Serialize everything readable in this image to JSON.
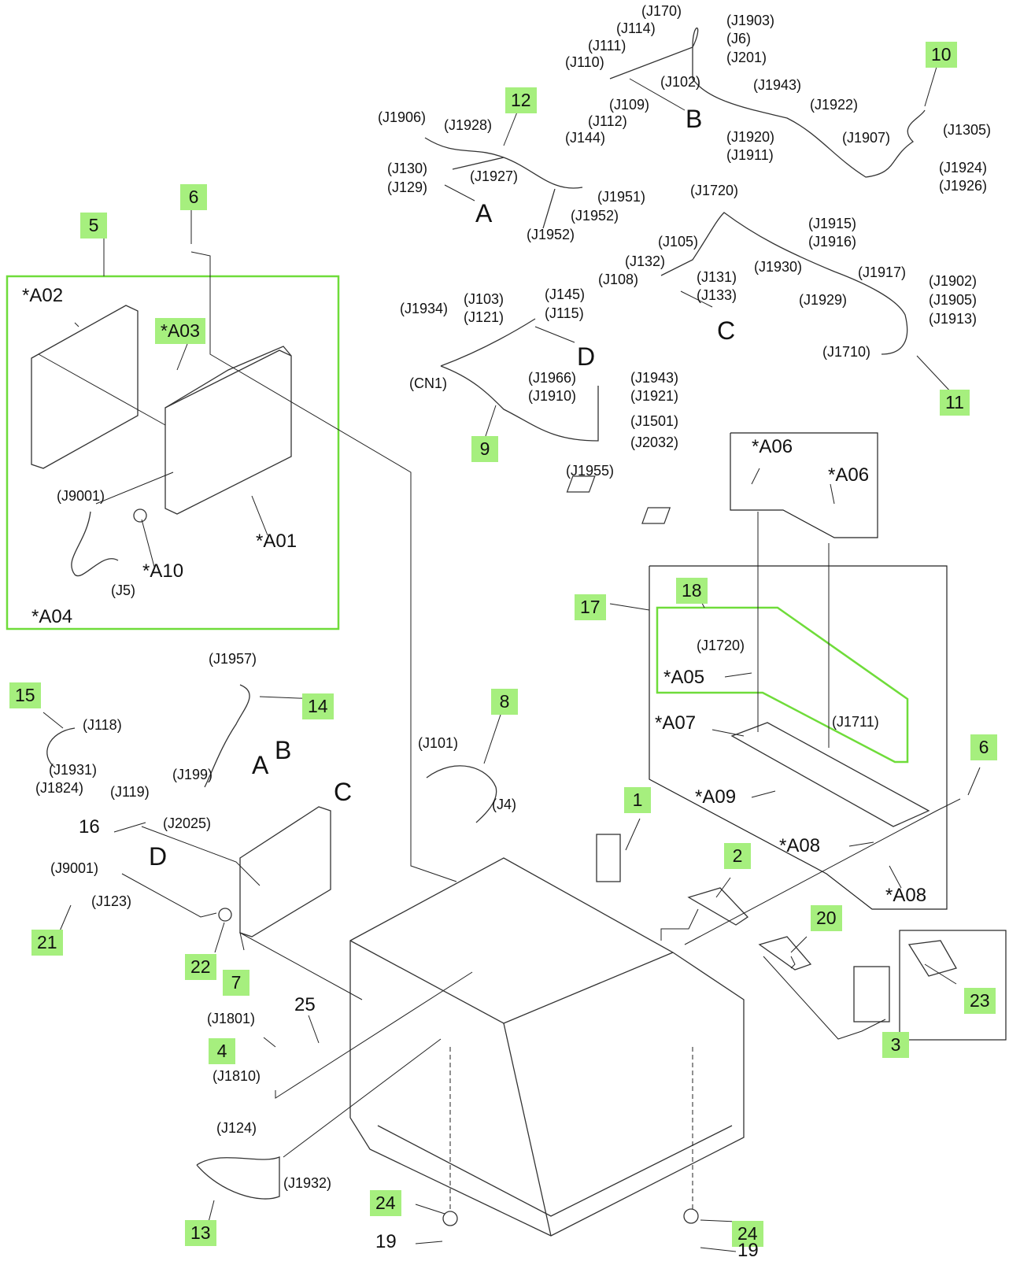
{
  "callouts": {
    "c1": "1",
    "c2": "2",
    "c3": "3",
    "c4": "4",
    "c5": "5",
    "c6a": "6",
    "c6b": "6",
    "c7": "7",
    "c8": "8",
    "c9": "9",
    "c10": "10",
    "c11": "11",
    "c12": "12",
    "c13": "13",
    "c14": "14",
    "c15": "15",
    "c17": "17",
    "c18": "18",
    "c20": "20",
    "c21": "21",
    "c22": "22",
    "c23": "23",
    "c24a": "24",
    "c24b": "24",
    "a03": "*A03"
  },
  "plain_numbers": {
    "n16": "16",
    "n19a": "19",
    "n19b": "19",
    "n25": "25"
  },
  "letters": {
    "A_top": "A",
    "B_top": "B",
    "C_top": "C",
    "D_top": "D",
    "A_board": "A",
    "B_board": "B",
    "C_board": "C",
    "D_board": "D"
  },
  "parts": {
    "a01": "*A01",
    "a02": "*A02",
    "a04": "*A04",
    "a05": "*A05",
    "a06a": "*A06",
    "a06b": "*A06",
    "a07": "*A07",
    "a08a": "*A08",
    "a08b": "*A08",
    "a09": "*A09",
    "a10": "*A10"
  },
  "connectors": {
    "j170": "(J170)",
    "j114": "(J114)",
    "j111": "(J111)",
    "j110": "(J110)",
    "j1903": "(J1903)",
    "j6": "(J6)",
    "j201": "(J201)",
    "j102": "(J102)",
    "j109": "(J109)",
    "j112": "(J112)",
    "j144": "(J144)",
    "j1943a": "(J1943)",
    "j1922": "(J1922)",
    "j1920": "(J1920)",
    "j1911": "(J1911)",
    "j1907": "(J1907)",
    "j1305": "(J1305)",
    "j1924": "(J1924)",
    "j1926": "(J1926)",
    "j1906": "(J1906)",
    "j1928": "(J1928)",
    "j130": "(J130)",
    "j129": "(J129)",
    "j1927": "(J1927)",
    "j1951": "(J1951)",
    "j1952a": "(J1952)",
    "j1952b": "(J1952)",
    "j1720a": "(J1720)",
    "j1915": "(J1915)",
    "j1916": "(J1916)",
    "j105": "(J105)",
    "j132": "(J132)",
    "j108": "(J108)",
    "j131": "(J131)",
    "j133": "(J133)",
    "j1930": "(J1930)",
    "j1917": "(J1917)",
    "j1929": "(J1929)",
    "j1902": "(J1902)",
    "j1905": "(J1905)",
    "j1913": "(J1913)",
    "j1710": "(J1710)",
    "j1934": "(J1934)",
    "j103": "(J103)",
    "j121": "(J121)",
    "j145": "(J145)",
    "j115": "(J115)",
    "cn1": "(CN1)",
    "j1966": "(J1966)",
    "j1910": "(J1910)",
    "j1943b": "(J1943)",
    "j1921": "(J1921)",
    "j1501": "(J1501)",
    "j2032": "(J2032)",
    "j1955": "(J1955)",
    "j9001a": "(J9001)",
    "j5": "(J5)",
    "j1720b": "(J1720)",
    "j1711": "(J1711)",
    "j1957": "(J1957)",
    "j118": "(J118)",
    "j1931": "(J1931)",
    "j1824": "(J1824)",
    "j199": "(J199)",
    "j101": "(J101)",
    "j4": "(J4)",
    "j119": "(J119)",
    "j2025": "(J2025)",
    "j9001b": "(J9001)",
    "j123": "(J123)",
    "j1801": "(J1801)",
    "j1810": "(J1810)",
    "j124": "(J124)",
    "j1932": "(J1932)"
  },
  "colors": {
    "callout_bg": "#a6ef7e",
    "group_box": "#6fdc3a",
    "line": "#222222"
  }
}
